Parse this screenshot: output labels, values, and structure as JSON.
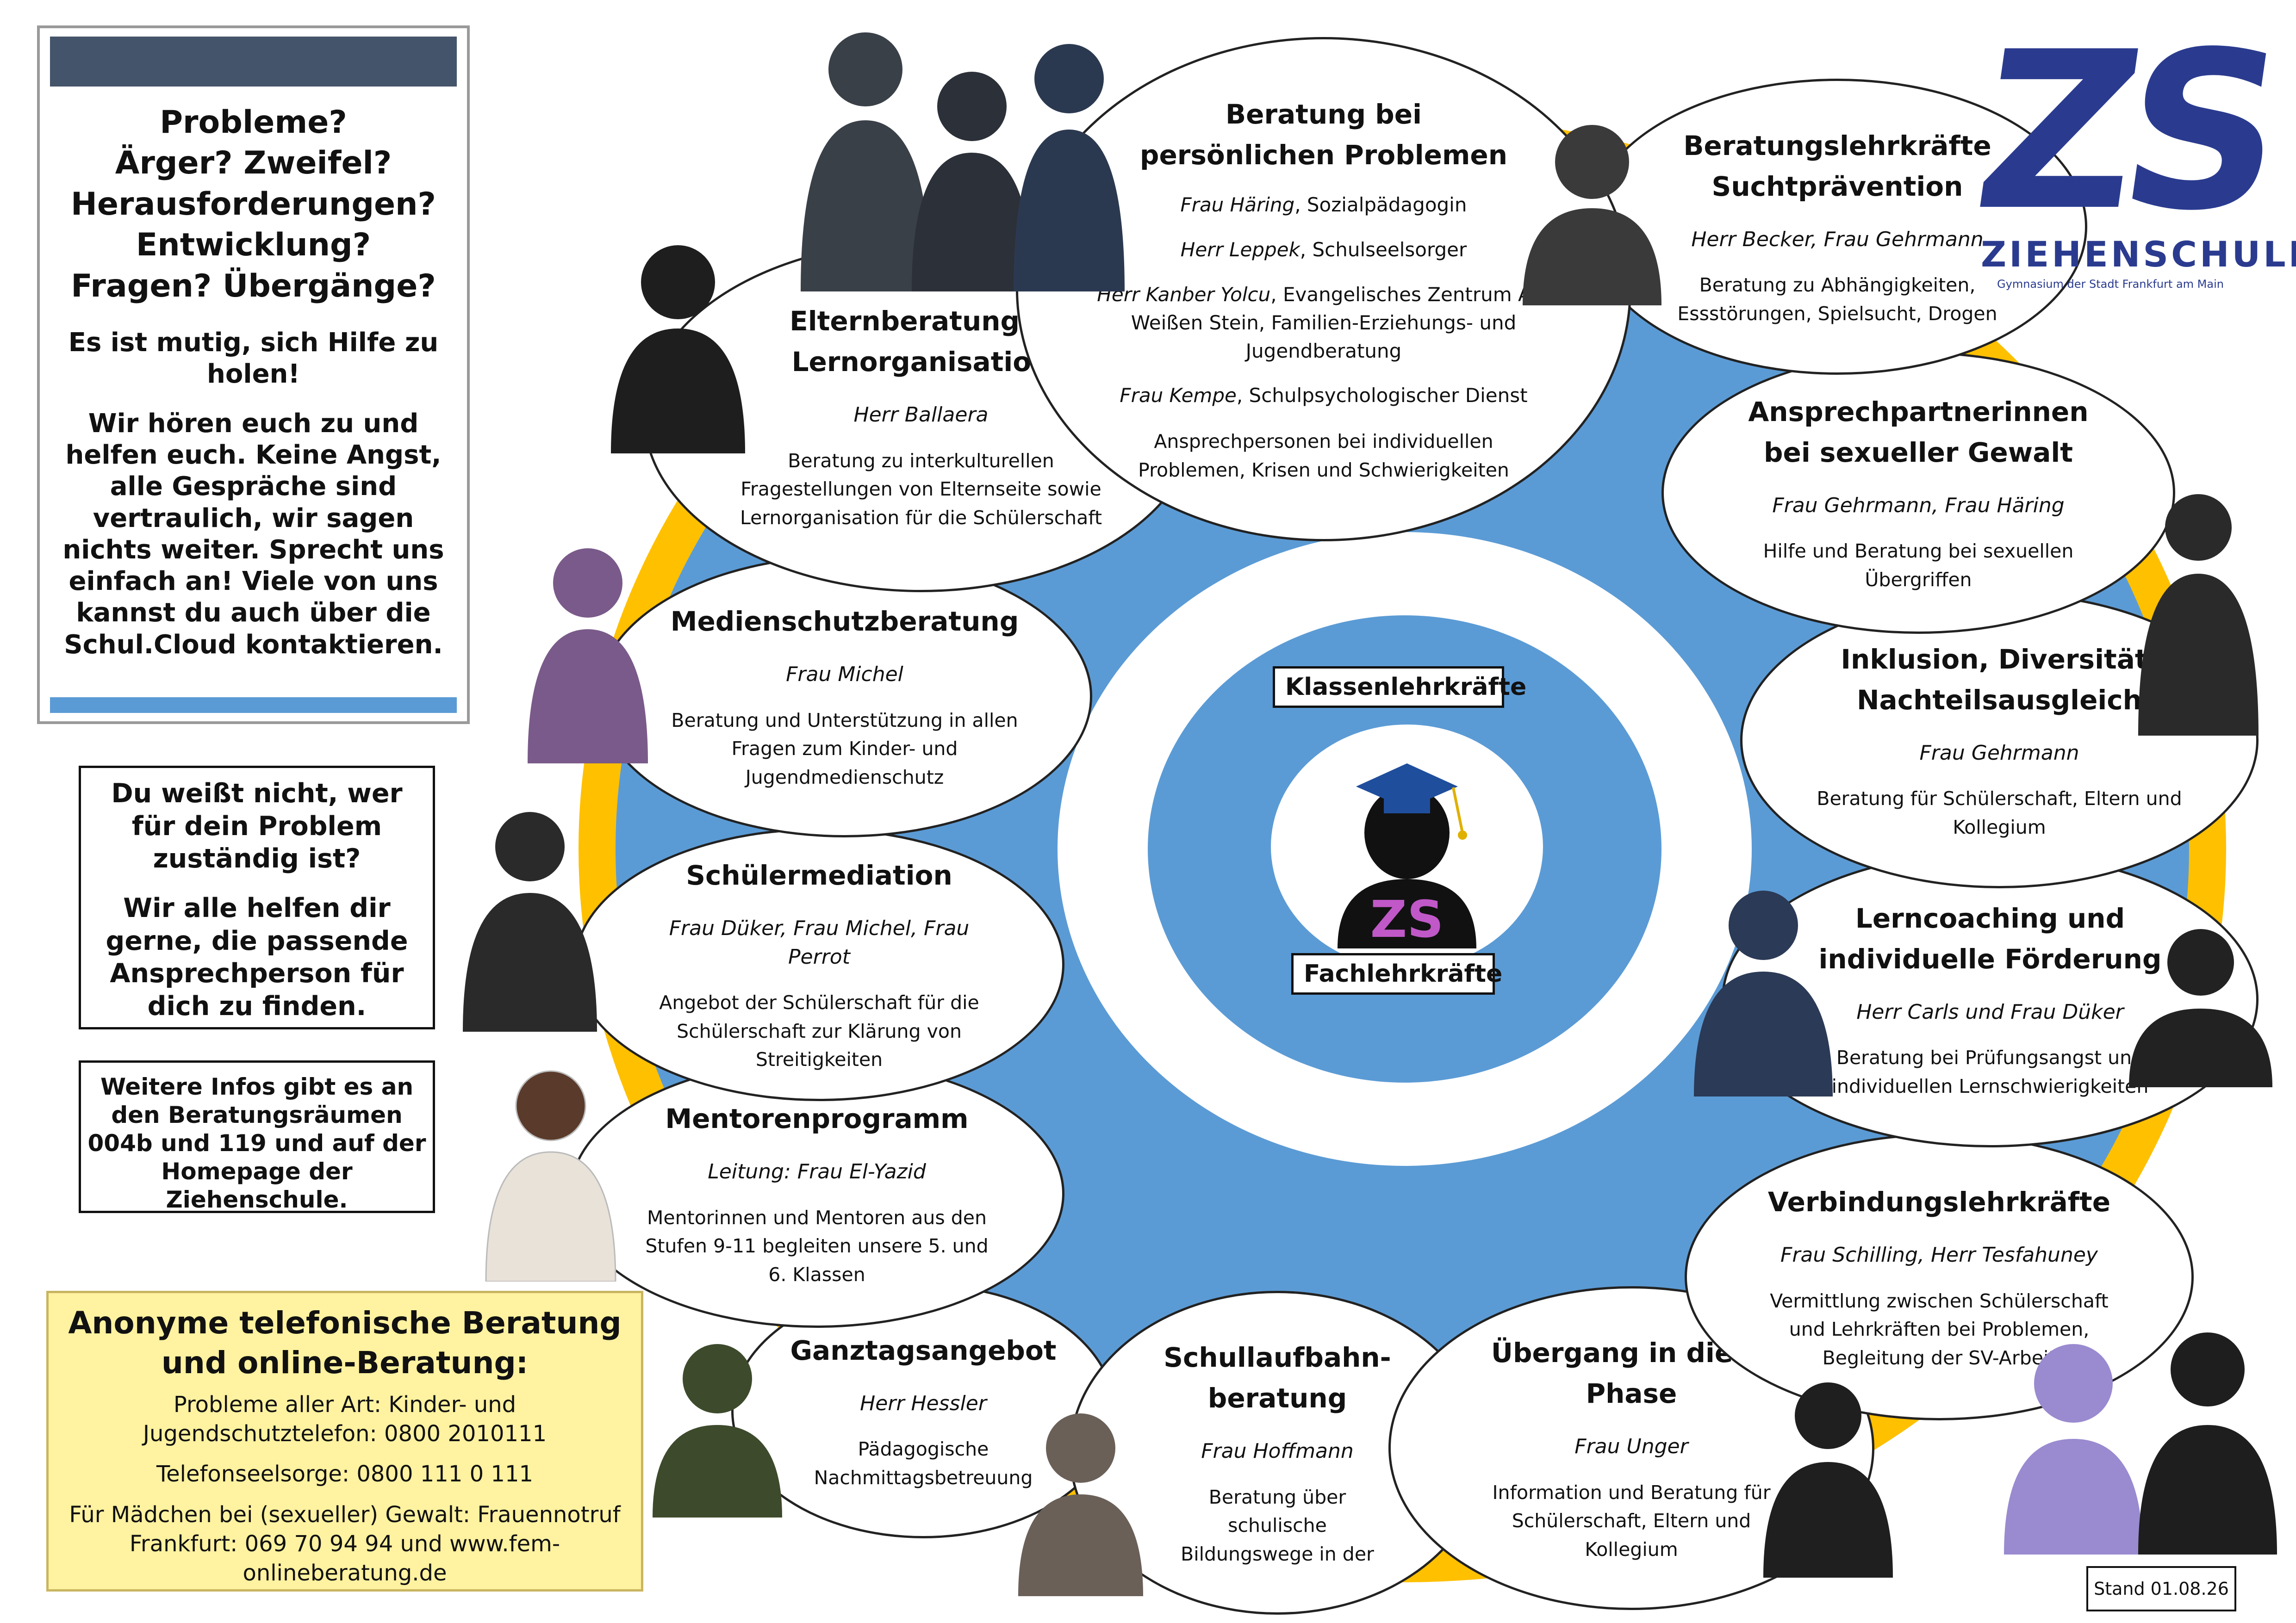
{
  "intro": {
    "questions": [
      "Probleme?",
      "Ärger? Zweifel?",
      "Herausforderungen?",
      "Entwicklung?",
      "Fragen? Übergänge?"
    ],
    "brave": "Es ist mutig, sich Hilfe zu holen!",
    "support": "Wir hören euch zu und helfen euch. Keine Angst, alle Gespräche sind vertraulich, wir sagen nichts weiter. Sprecht uns einfach an! Viele von uns kannst du auch über die Schul.Cloud kontaktieren."
  },
  "not_know": {
    "line1": "Du weißt nicht, wer für dein Problem zuständig ist?",
    "line2": "Wir alle helfen dir gerne, die passende Ansprechperson für dich zu finden."
  },
  "more_info": "Weitere Infos gibt es an den Beratungsräumen 004b und 119 und auf der Homepage der Ziehenschule.",
  "anon": {
    "title": "Anonyme telefonische Beratung und online-Beratung:",
    "line1": "Probleme aller Art: Kinder- und Jugendschutztelefon: 0800 2010111",
    "line2": "Telefonseelsorge: 0800 111 0 111",
    "line3": "Für Mädchen bei (sexueller) Gewalt: Frauennotruf Frankfurt: 069 70 94 94 und www.fem-onlineberatung.de"
  },
  "center": {
    "top_label": "Klassenlehrkräfte",
    "bottom_label": "Fachlehrkräfte",
    "emblem_text": "ZS"
  },
  "logo": {
    "mark": "ZS",
    "name": "ZIEHENSCHULE",
    "subtitle": "Gymnasium der Stadt Frankfurt am Main"
  },
  "stand": "Stand 01.08.26",
  "offers": {
    "persoenlich": {
      "title": "Beratung bei persönlichen Problemen",
      "p1_name": "Frau Häring",
      "p1_role": ", Sozialpädagogin",
      "p2_name": "Herr Leppek",
      "p2_role": ", Schulseelsorger",
      "p3_name": "Herr Kanber Yolcu",
      "p3_role": ", Evangelisches Zentrum Am Weißen Stein, Familien-Erziehungs- und Jugendberatung",
      "p4_name": "Frau Kempe",
      "p4_role": ", Schulpsychologischer Dienst",
      "desc": "Ansprechpersonen bei individuellen Problemen, Krisen und Schwierigkeiten"
    },
    "eltern": {
      "title": "Elternberatung & Lernorganisation",
      "names": "Herr Ballaera",
      "desc": "Beratung zu interkulturellen Fragestellungen von Elternseite sowie Lernorganisation für die Schülerschaft"
    },
    "sucht": {
      "title": "Beratungslehrkräfte Suchtprävention",
      "names": "Herr Becker, Frau Gehrmann",
      "desc": "Beratung zu Abhängigkeiten, Essstörungen, Spielsucht, Drogen"
    },
    "gewalt": {
      "title": "Ansprechpartnerinnen bei sexueller Gewalt",
      "names": "Frau Gehrmann, Frau Häring",
      "desc": "Hilfe und Beratung bei sexuellen Übergriffen"
    },
    "medien": {
      "title": "Medienschutzberatung",
      "names": "Frau Michel",
      "desc": "Beratung und Unterstützung in allen Fragen zum Kinder- und Jugendmedienschutz"
    },
    "inklusion": {
      "title": "Inklusion, Diversität, Nachteilsausgleich",
      "names": "Frau Gehrmann",
      "desc": "Beratung für Schülerschaft, Eltern und Kollegium"
    },
    "mediation": {
      "title": "Schülermediation",
      "names": "Frau Düker, Frau Michel, Frau Perrot",
      "desc": "Angebot der Schülerschaft für die Schülerschaft zur Klärung von Streitigkeiten"
    },
    "lerncoaching": {
      "title": "Lerncoaching und individuelle Förderung",
      "names": "Herr Carls und Frau Düker",
      "desc": "Beratung bei Prüfungsangst und individuellen Lernschwierigkeiten"
    },
    "mentoren": {
      "title": "Mentorenprogramm",
      "names": "Leitung: Frau El-Yazid",
      "desc": "Mentorinnen und Mentoren aus den Stufen 9-11 begleiten unsere 5. und 6. Klassen"
    },
    "verbindung": {
      "title": "Verbindungslehrkräfte",
      "names": "Frau Schilling, Herr Tesfahuney",
      "desc": "Vermittlung zwischen Schülerschaft und Lehrkräften bei Problemen, Begleitung der SV-Arbeit"
    },
    "ganztag": {
      "title": "Ganztagsangebot",
      "names": "Herr Hessler",
      "desc": "Pädagogische Nachmittagsbetreuung"
    },
    "laufbahn": {
      "title": "Schullaufbahn-beratung",
      "names": "Frau Hoffmann",
      "desc": "Beratung über schulische Bildungswege in der"
    },
    "ephase": {
      "title": "Übergang in die E-Phase",
      "names": "Frau Unger",
      "desc": "Information und Beratung für Schülerschaft, Eltern und Kollegium"
    }
  },
  "colors": {
    "ring_blue": "#5b9bd5",
    "ring_yellow": "#ffc000",
    "header_bar": "#44546a",
    "anon_bg": "#fff2a0",
    "logo_blue": "#2a3b8f"
  }
}
